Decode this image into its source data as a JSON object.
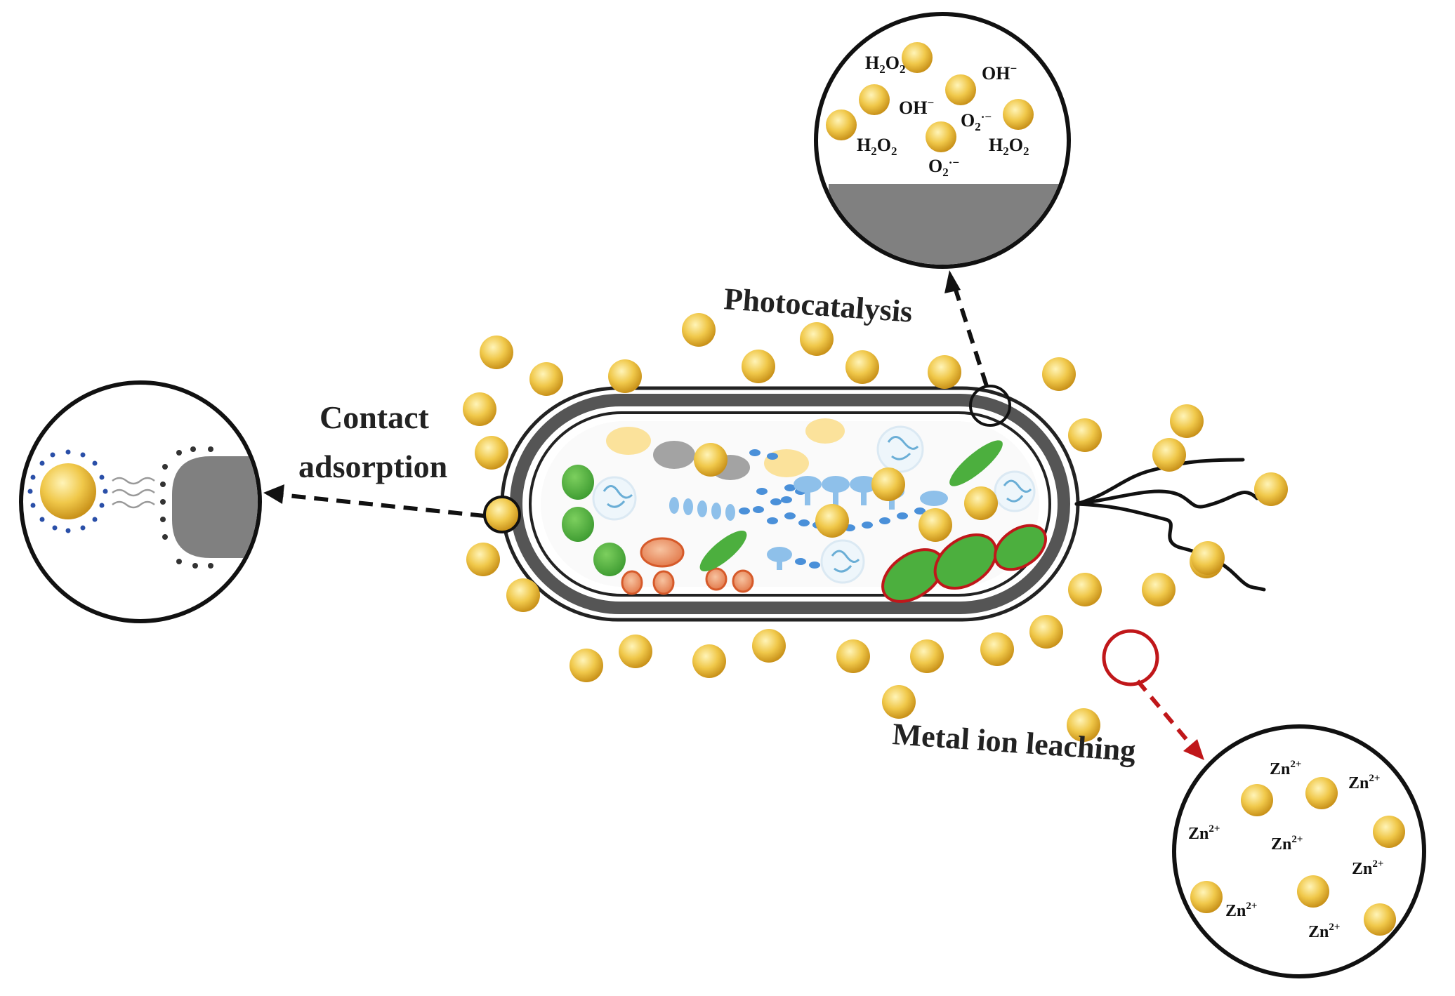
{
  "labels": {
    "contact_line1": "Contact",
    "contact_line2": "adsorption",
    "photocatalysis": "Photocatalysis",
    "metal_ion": "Metal ion leaching"
  },
  "photo_species": {
    "h2o2_a": "H",
    "h2o2_b": "H",
    "h2o2_c": "H",
    "oh_a": "OH",
    "oh_b": "OH",
    "o2_a": "O",
    "o2_b": "O"
  },
  "zn_ion": "Zn",
  "zn_charge": "2+",
  "colors": {
    "nanoparticle": "#f0c84a",
    "nanoparticle_edge": "#c9921a",
    "membrane": "#555555",
    "surface_gray": "#808080",
    "green": "#4caf3e",
    "orange": "#e07040",
    "dna_blue": "#4a90d9",
    "red_arrow": "#c0171a"
  }
}
